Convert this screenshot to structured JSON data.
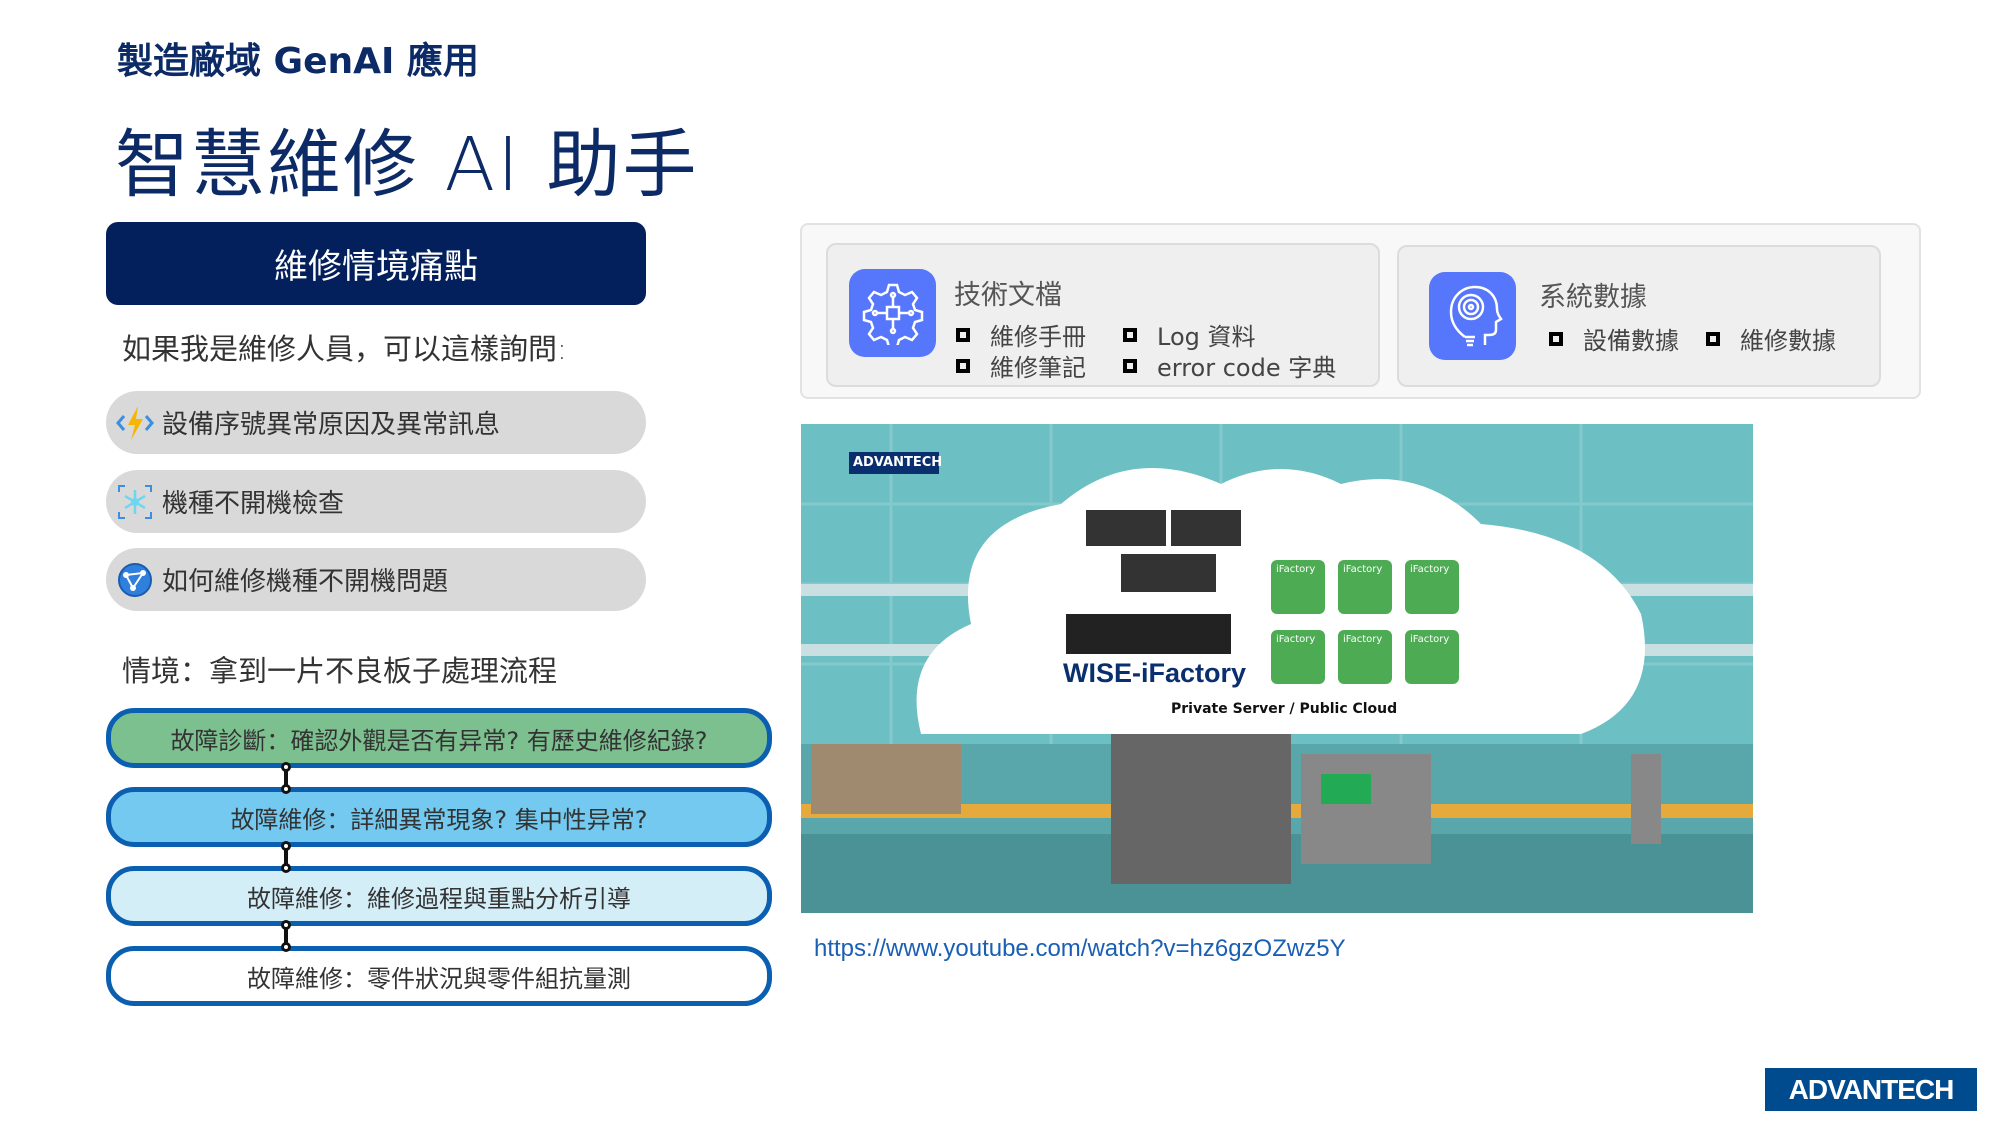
{
  "header": {
    "subtitle": "製造廠域  GenAI 應用",
    "title": "智慧維修 AI 助手"
  },
  "left": {
    "pain_button": "維修情境痛點",
    "ask_intro": "如果我是維修人員，可以這樣詢問:",
    "questions": [
      {
        "icon": "lightning-code-icon",
        "label": "設備序號異常原因及異常訊息"
      },
      {
        "icon": "network-scan-icon",
        "label": "機種不開機檢查"
      },
      {
        "icon": "globe-network-icon",
        "label": "如何維修機種不開機問題"
      }
    ],
    "scenario": "情境：拿到一片不良板子處理流程",
    "flow": [
      {
        "label": "故障診斷：確認外觀是否有异常? 有歷史維修紀錄?",
        "color": "#7dc08f"
      },
      {
        "label": "故障維修：詳細異常現象? 集中性异常?",
        "color": "#73c9ef"
      },
      {
        "label": "故障維修：維修過程與重點分析引導",
        "color": "#d4eef8"
      },
      {
        "label": "故障維修：零件狀況與零件組抗量測",
        "color": "#ffffff"
      }
    ]
  },
  "sources": {
    "tech_docs": {
      "title": "技術文檔",
      "icon": "gear-circuit-icon",
      "items": [
        "維修手冊",
        "Log 資料",
        "維修筆記",
        "error code 字典"
      ]
    },
    "system_data": {
      "title": "系統數據",
      "icon": "head-bulb-icon",
      "items": [
        "設備數據",
        "維修數據"
      ]
    }
  },
  "illustration": {
    "brand": "ADVANTECH",
    "product": "WISE-iFactory",
    "caption": "Private Server / Public Cloud",
    "tile_label": "iFactory"
  },
  "link": "https://www.youtube.com/watch?v=hz6gzOZwz5Y",
  "logo": "ADVANTECH",
  "colors": {
    "navy": "#031f5c",
    "flow_border": "#0b5fb0",
    "icon_blue": "#5676fb",
    "link": "#1a5fb4"
  }
}
